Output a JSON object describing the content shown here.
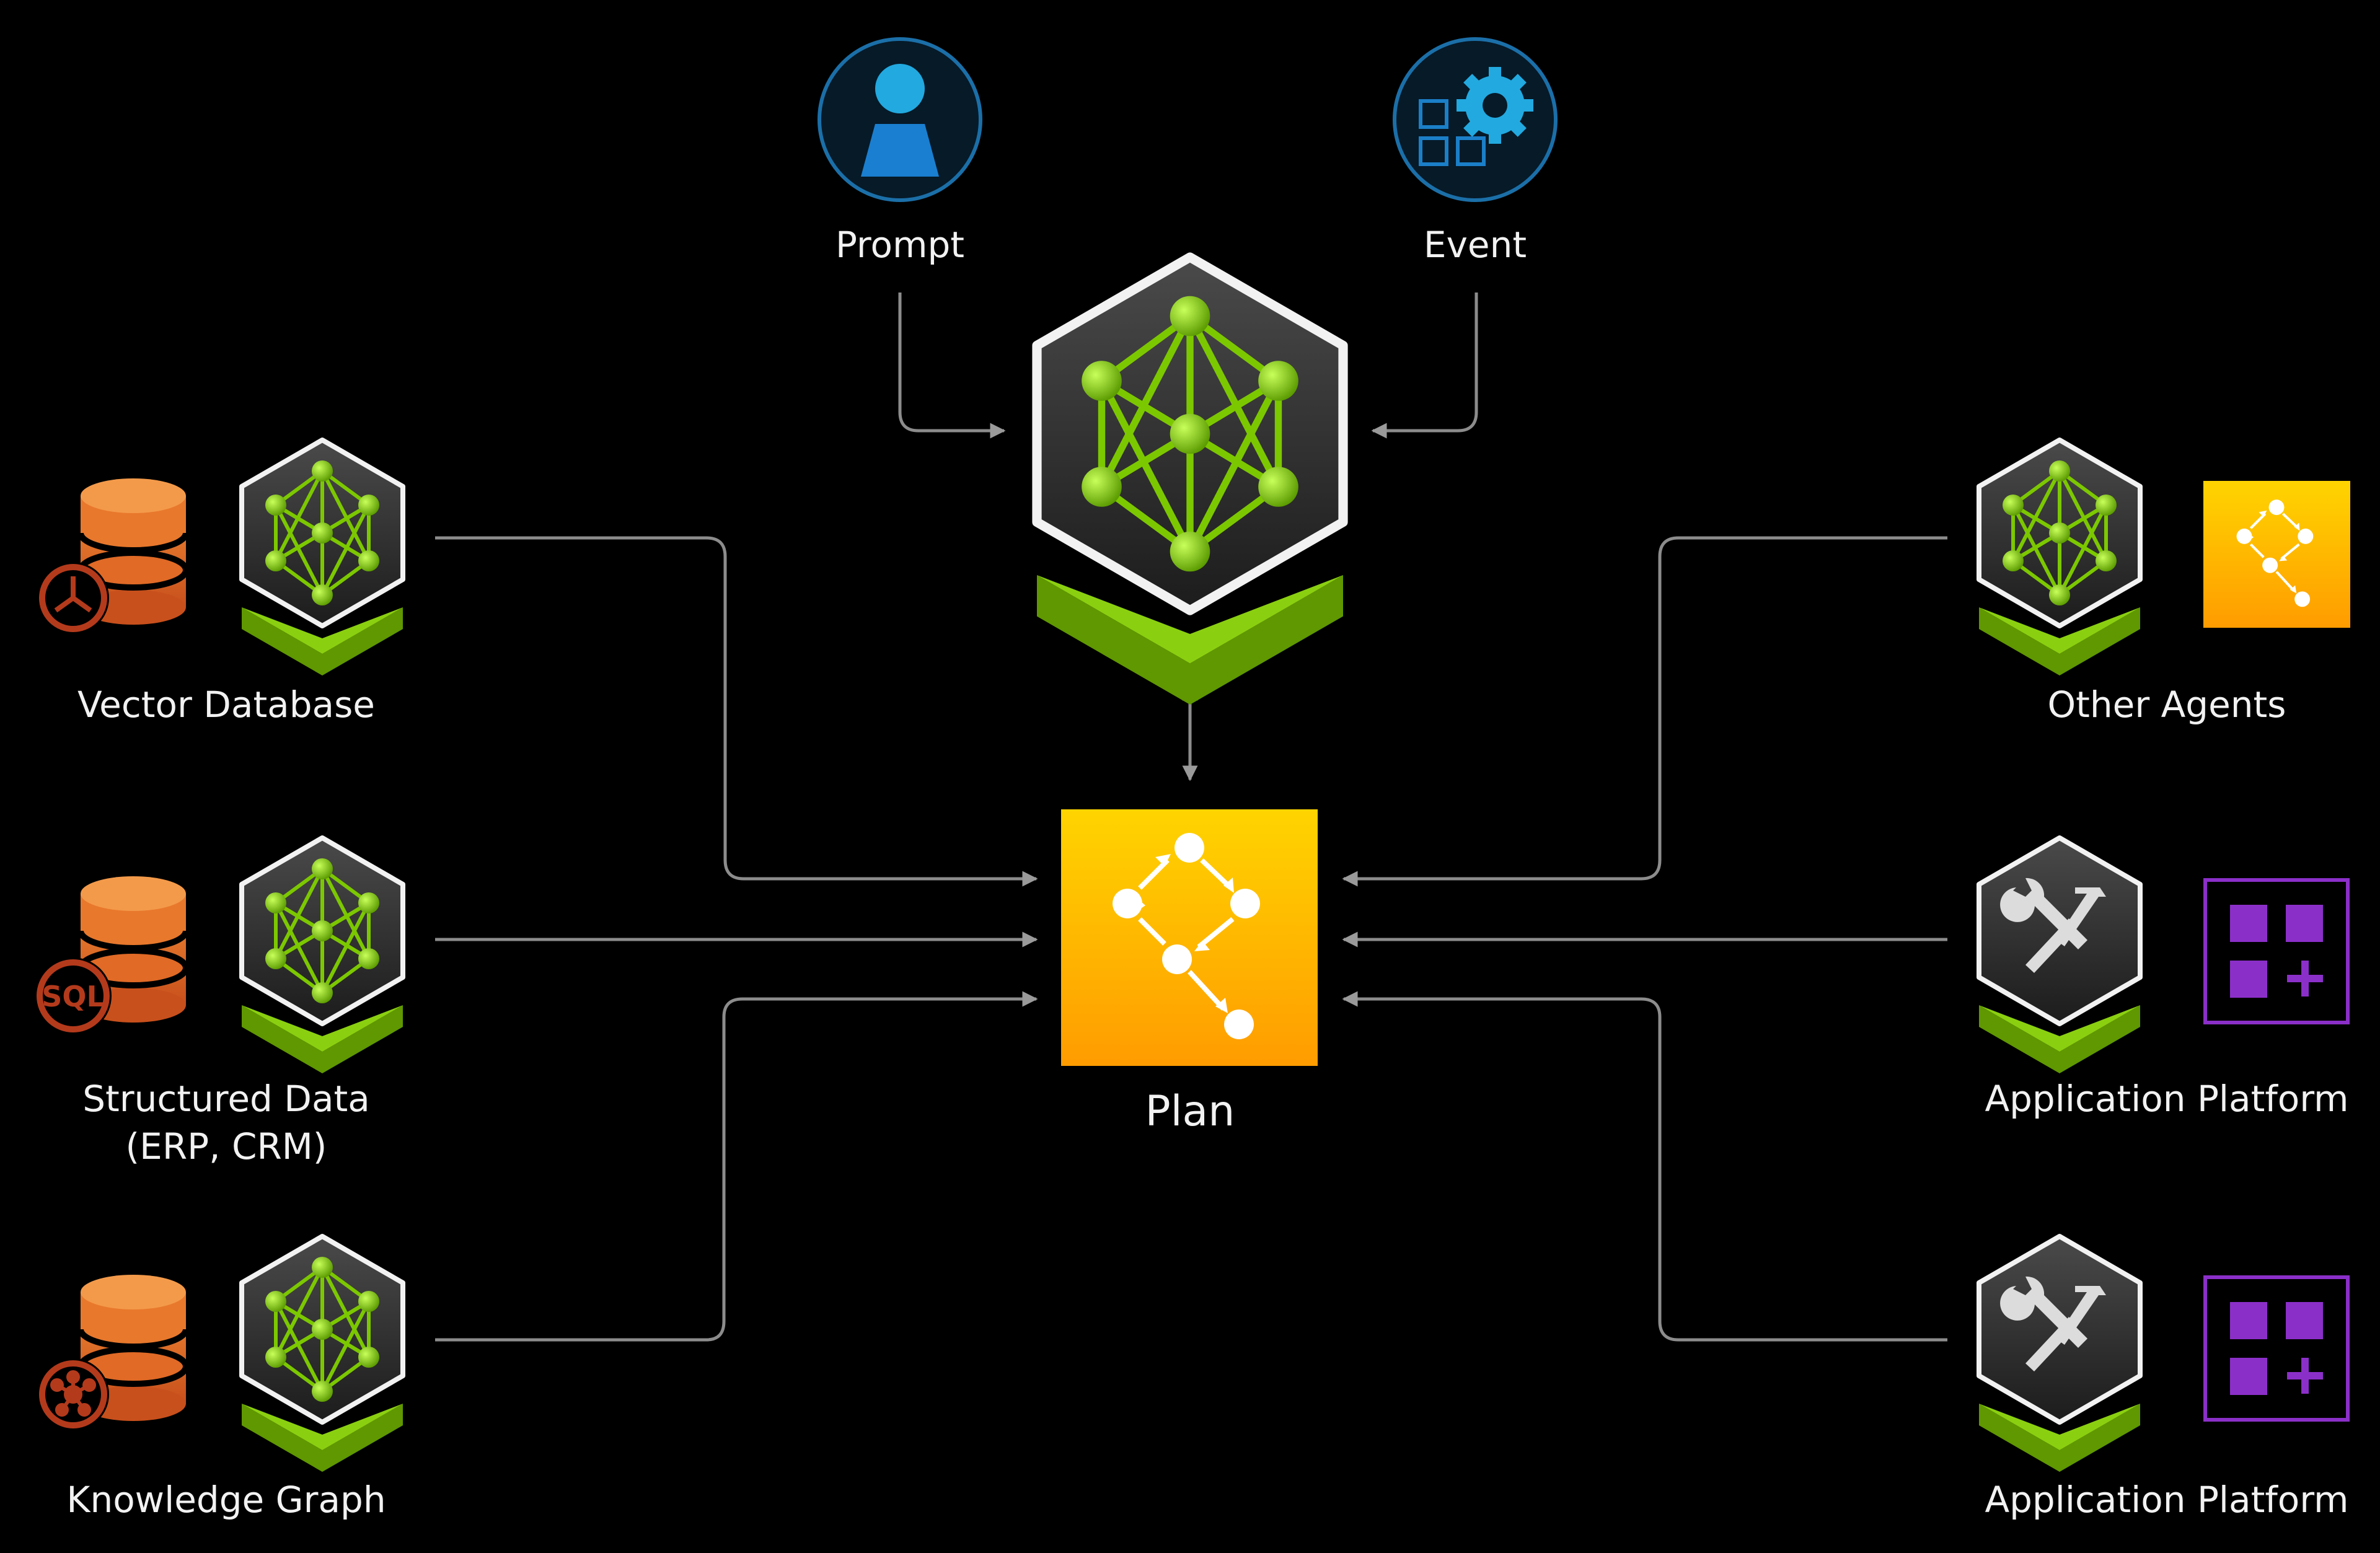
{
  "inputs": {
    "prompt": "Prompt",
    "event": "Event"
  },
  "center": {
    "plan": "Plan"
  },
  "left": {
    "vector_database": "Vector Database",
    "structured_data_line1": "Structured Data",
    "structured_data_line2": "(ERP, CRM)",
    "knowledge_graph": "Knowledge Graph",
    "sql_badge": "SQL"
  },
  "right": {
    "other_agents": "Other Agents",
    "application_platform_1": "Application Platform",
    "application_platform_2": "Application Platform"
  },
  "colors": {
    "background": "#000000",
    "connector": "#8c8c8c",
    "nvidia_green": "#76b900",
    "plan_yellow": "#ffc400",
    "plan_orange": "#ff9800",
    "database_orange": "#e3712a",
    "badge_red": "#b43a1c",
    "purple": "#8b2fc9",
    "icon_blue": "#1e9bd7"
  },
  "icons": [
    "person-icon",
    "gear-apps-icon",
    "neural-network-cube-icon",
    "plan-flow-icon",
    "database-icon",
    "tools-icon",
    "app-grid-icon"
  ]
}
